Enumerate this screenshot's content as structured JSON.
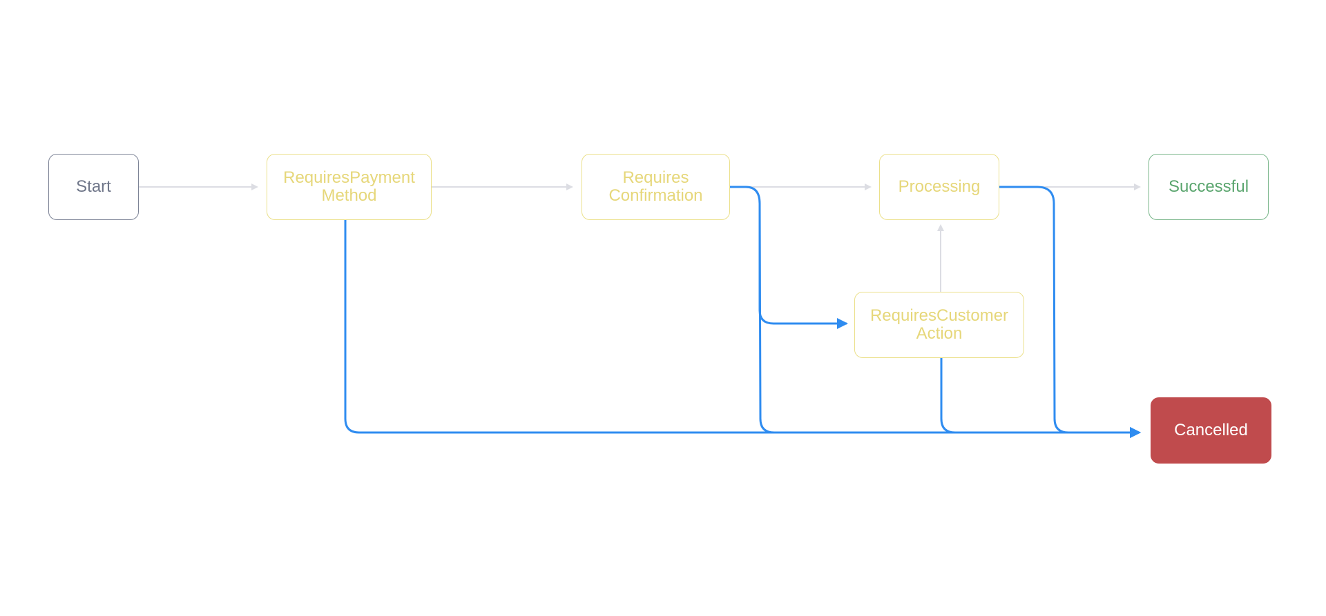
{
  "diagram": {
    "title": "Payment state flow",
    "colors": {
      "gray_edge": "#dcdde3",
      "blue_edge": "#2f8cf0",
      "pending_state": "#e6d77a",
      "start_state": "#6f7689",
      "success_state": "#5aa56e",
      "cancelled_fill": "#c04b4d"
    },
    "nodes": [
      {
        "id": "start",
        "label": "Start"
      },
      {
        "id": "requires_payment_method",
        "label": "RequiresPayment\nMethod"
      },
      {
        "id": "requires_confirmation",
        "label": "Requires\nConfirmation"
      },
      {
        "id": "processing",
        "label": "Processing"
      },
      {
        "id": "successful",
        "label": "Successful"
      },
      {
        "id": "requires_customer_action",
        "label": "RequiresCustomer\nAction"
      },
      {
        "id": "cancelled",
        "label": "Cancelled"
      }
    ],
    "edges": [
      {
        "from": "start",
        "to": "requires_payment_method",
        "style": "gray"
      },
      {
        "from": "requires_payment_method",
        "to": "requires_confirmation",
        "style": "gray"
      },
      {
        "from": "requires_confirmation",
        "to": "processing",
        "style": "gray"
      },
      {
        "from": "processing",
        "to": "successful",
        "style": "gray"
      },
      {
        "from": "requires_customer_action",
        "to": "processing",
        "style": "gray"
      },
      {
        "from": "requires_confirmation",
        "to": "requires_customer_action",
        "style": "blue"
      },
      {
        "from": "requires_payment_method",
        "to": "cancelled",
        "style": "blue"
      },
      {
        "from": "requires_confirmation",
        "to": "cancelled",
        "style": "blue"
      },
      {
        "from": "requires_customer_action",
        "to": "cancelled",
        "style": "blue"
      },
      {
        "from": "processing",
        "to": "cancelled",
        "style": "blue"
      }
    ]
  }
}
